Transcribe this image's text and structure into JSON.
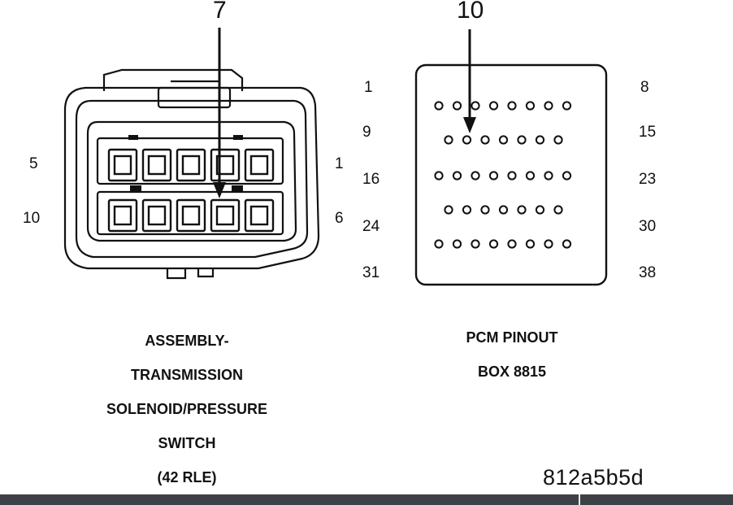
{
  "callouts": {
    "left": "7",
    "right": "10"
  },
  "connector": {
    "pin_labels": {
      "left_top": "5",
      "left_bottom": "10",
      "right_top": "1",
      "right_bottom": "6"
    },
    "caption_lines": [
      "ASSEMBLY-",
      "TRANSMISSION",
      "SOLENOID/PRESSURE",
      "SWITCH",
      "(42 RLE)"
    ]
  },
  "pcm": {
    "left_labels": [
      "1",
      "9",
      "16",
      "24",
      "31"
    ],
    "right_labels": [
      "8",
      "15",
      "23",
      "30",
      "38"
    ],
    "pin_rows": [
      8,
      7,
      8,
      7,
      8
    ],
    "caption_lines": [
      "PCM PINOUT",
      "BOX 8815"
    ]
  },
  "figure_code": "812a5b5d",
  "colors": {
    "ink": "#111111",
    "bar": "#3d4147"
  }
}
